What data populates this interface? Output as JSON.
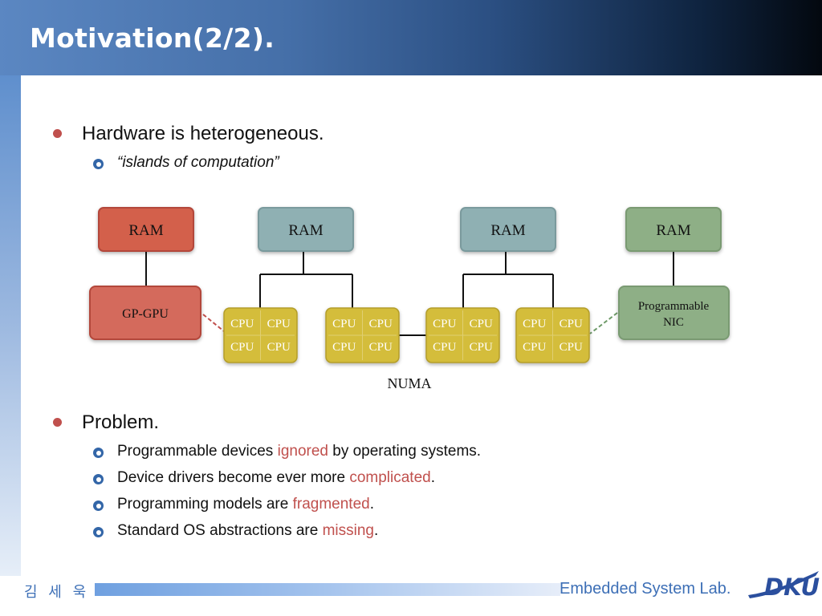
{
  "slide": {
    "title": "Motivation(2/2)."
  },
  "bullets": {
    "hardware": {
      "text": "Hardware is heterogeneous.",
      "sub": "“islands of computation”"
    },
    "problem": {
      "text": "Problem.",
      "items": [
        {
          "before": "Programmable devices ",
          "highlight": "ignored",
          "after": " by operating systems."
        },
        {
          "before": "Device drivers become ever more ",
          "highlight": "complicated",
          "after": "."
        },
        {
          "before": "Programming models are ",
          "highlight": "fragmented",
          "after": "."
        },
        {
          "before": "Standard OS abstractions are ",
          "highlight": "missing",
          "after": "."
        }
      ]
    }
  },
  "diagram": {
    "ram_label": "RAM",
    "gpu_label": "GP-GPU",
    "nic_label_line1": "Programmable",
    "nic_label_line2": "NIC",
    "cpu_label": "CPU",
    "numa_label": "NUMA",
    "colors": {
      "red_box": "#d3604b",
      "teal_box": "#8fb0b3",
      "green_box": "#8eaf86",
      "cpu_fill": "#d4bd3a",
      "highlight_text": "#c0504d"
    }
  },
  "footer": {
    "author": "김 세 욱",
    "lab": "Embedded System Lab.",
    "logo_text": "DKU"
  }
}
